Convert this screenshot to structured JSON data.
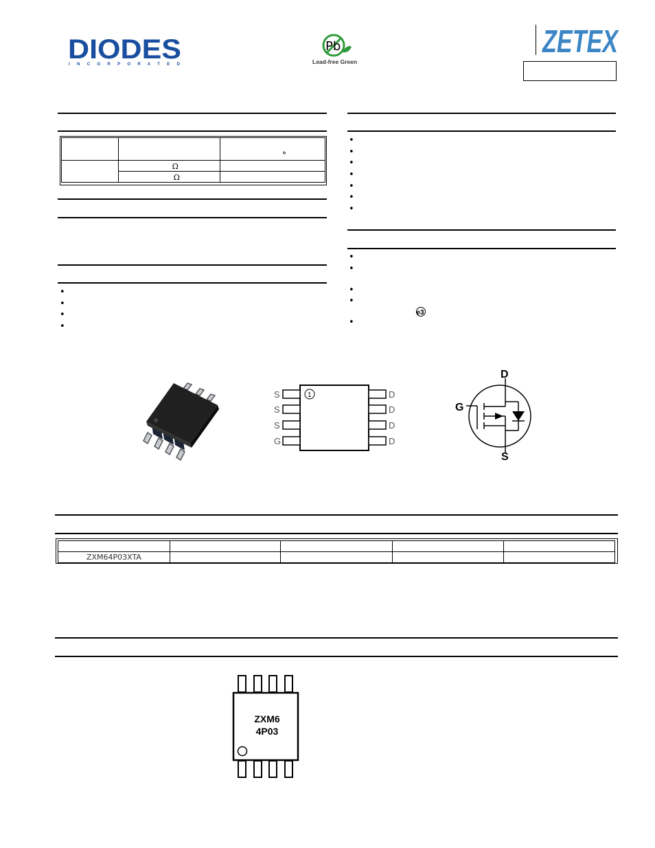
{
  "header": {
    "diodes_logo": {
      "name": "DIODES",
      "tagline": "I N C O R P O R A T E D",
      "color": "#1a4fa0"
    },
    "lead_free_badge": {
      "symbol": "Pb",
      "caption": "Lead-free Green",
      "color": "#2f9a3a"
    },
    "zetex_logo": {
      "name": "ZETEX",
      "color": "#3d86c6"
    }
  },
  "product_summary": {
    "temp_mark": "°",
    "rds_units": [
      "Ω",
      "Ω"
    ]
  },
  "features_marker": "e3",
  "pinout": {
    "left_pins": [
      "S",
      "S",
      "S",
      "G"
    ],
    "right_pins": [
      "D",
      "D",
      "D",
      "D"
    ],
    "pin1_marker": "1"
  },
  "schematic": {
    "drain": "D",
    "gate": "G",
    "source": "S"
  },
  "ordering": {
    "part_number": "ZXM64P03XTA"
  },
  "marking": {
    "line1": "ZXM6",
    "line2": "4P03"
  }
}
